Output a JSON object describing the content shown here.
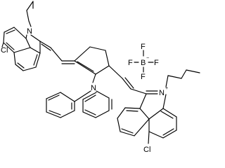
{
  "structure": {
    "atom_labels": {
      "n_left": "N",
      "n_right": "N",
      "n_right_charge": "+",
      "n_amine": "N",
      "cl_left": "Cl",
      "cl_right": "Cl",
      "boron": "B",
      "boron_charge": "−",
      "f1": "F",
      "f2": "F",
      "f3": "F",
      "f4": "F"
    }
  }
}
